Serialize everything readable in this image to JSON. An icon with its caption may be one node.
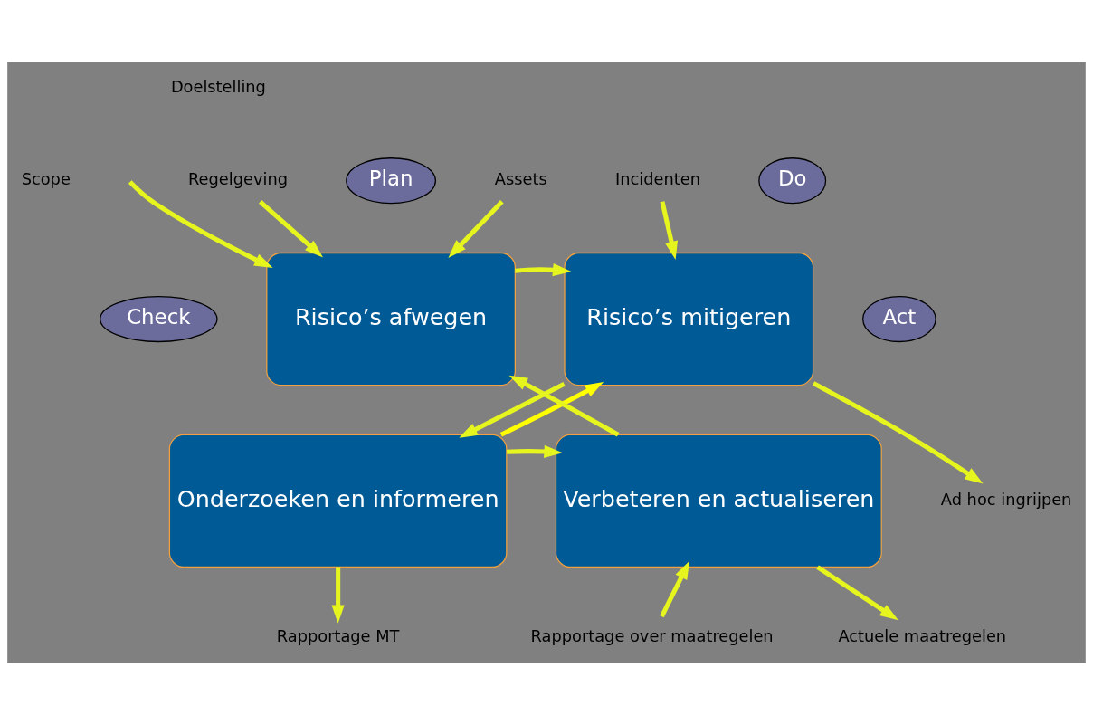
{
  "diagram": {
    "nodes": [
      {
        "text": [
          "Plan"
        ]
      },
      {
        "text": [
          "Risico’s afwegen"
        ]
      },
      {
        "text": [
          "Do"
        ]
      },
      {
        "text": [
          "Risico’s mitigeren"
        ]
      },
      {
        "text": [
          "Check"
        ]
      },
      {
        "text": [
          "Onderzoeken en informeren"
        ]
      },
      {
        "text": [
          "Act"
        ]
      },
      {
        "text": [
          "Verbeteren en actualiseren"
        ]
      },
      {
        "text": [
          "Regelgeving"
        ]
      },
      {
        "text": [
          "Assets"
        ]
      },
      {
        "text": [
          "Incidenten"
        ]
      },
      {
        "text": [
          "Ad hoc ingrijpen"
        ]
      },
      {
        "text": [
          "Actuele maatregelen"
        ]
      },
      {
        "text": [
          "Rapportage over maatregelen"
        ]
      },
      {
        "text": [
          "Rapportage MT"
        ]
      }
    ],
    "edges": [
      {
        "from": 1,
        "to": 3,
        "arrow": "to"
      },
      {
        "from": 3,
        "to": 5,
        "arrow": "to"
      },
      {
        "from": 5,
        "to": 7,
        "arrow": "to"
      },
      {
        "from": 7,
        "to": 1,
        "arrow": "to"
      },
      {
        "from": 5,
        "to": 3,
        "arrow": "to",
        "color": "#ffff00"
      },
      {
        "from": null,
        "to": 1,
        "arrow": "to"
      },
      {
        "from": 8,
        "to": 1,
        "arrow": "to"
      },
      {
        "from": 9,
        "to": 1,
        "arrow": "to"
      },
      {
        "from": 10,
        "to": 3,
        "arrow": "to"
      },
      {
        "from": 3,
        "to": 11,
        "arrow": "to"
      },
      {
        "from": 7,
        "to": 12,
        "arrow": "to"
      },
      {
        "from": 13,
        "to": 7,
        "arrow": "to"
      },
      {
        "from": 5,
        "to": 14,
        "arrow": "to"
      }
    ],
    "labels": [
      "Doelstelling",
      "Scope"
    ]
  }
}
